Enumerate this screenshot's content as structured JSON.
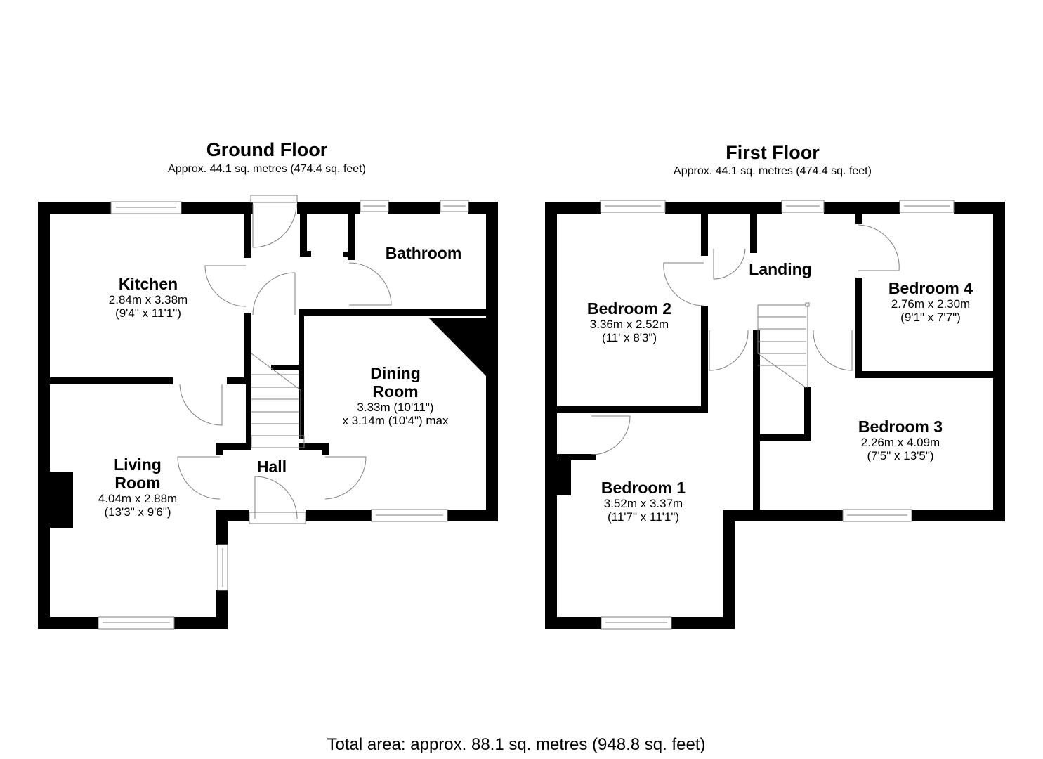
{
  "ground_floor": {
    "title": "Ground Floor",
    "area": "Approx. 44.1 sq. metres (474.4 sq. feet)",
    "rooms": [
      {
        "name": "Kitchen",
        "dim_metric": "2.84m x 3.38m",
        "dim_imperial": "(9'4\" x 11'1\")"
      },
      {
        "name": "Bathroom"
      },
      {
        "name_line1": "Dining",
        "name_line2": "Room",
        "dim_line1": "3.33m (10'11\")",
        "dim_line2": "x 3.14m (10'4\") max"
      },
      {
        "name_line1": "Living",
        "name_line2": "Room",
        "dim_metric": "4.04m x 2.88m",
        "dim_imperial": "(13'3\" x 9'6\")"
      },
      {
        "name": "Hall"
      }
    ]
  },
  "first_floor": {
    "title": "First Floor",
    "area": "Approx. 44.1 sq. metres (474.4 sq. feet)",
    "rooms": [
      {
        "name": "Bedroom 2",
        "dim_metric": "3.36m x 2.52m",
        "dim_imperial": "(11' x 8'3\")"
      },
      {
        "name": "Landing"
      },
      {
        "name": "Bedroom 4",
        "dim_metric": "2.76m x 2.30m",
        "dim_imperial": "(9'1\" x 7'7\")"
      },
      {
        "name": "Bedroom 1",
        "dim_metric": "3.52m x 3.37m",
        "dim_imperial": "(11'7\" x 11'1\")"
      },
      {
        "name": "Bedroom 3",
        "dim_metric": "2.26m x 4.09m",
        "dim_imperial": "(7'5\" x 13'5\")"
      }
    ]
  },
  "total_area": "Total area: approx. 88.1 sq. metres (948.8 sq. feet)",
  "colors": {
    "wall": "#000000",
    "background": "#ffffff",
    "fixture_line": "#808080"
  }
}
